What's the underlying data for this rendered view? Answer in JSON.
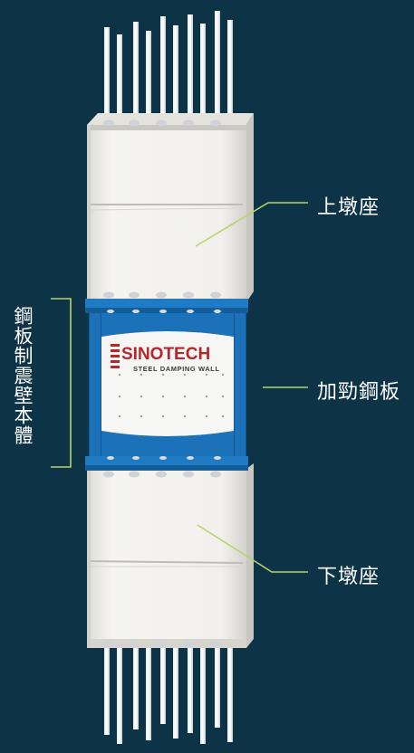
{
  "labels": {
    "upper_pier": "上墩座",
    "stiffened_plate": "加勁鋼板",
    "lower_pier": "下墩座",
    "wall_body": "鋼板制震壁本體"
  },
  "logo": {
    "brand": "SINOTECH",
    "tagline": "STEEL DAMPING WALL"
  },
  "colors": {
    "background": "#0d3346",
    "leader_line": "#b5d56a",
    "steel_blue": "#1b72b8",
    "pier_white": "#f3f2ee",
    "logo_red": "#b6272d"
  }
}
